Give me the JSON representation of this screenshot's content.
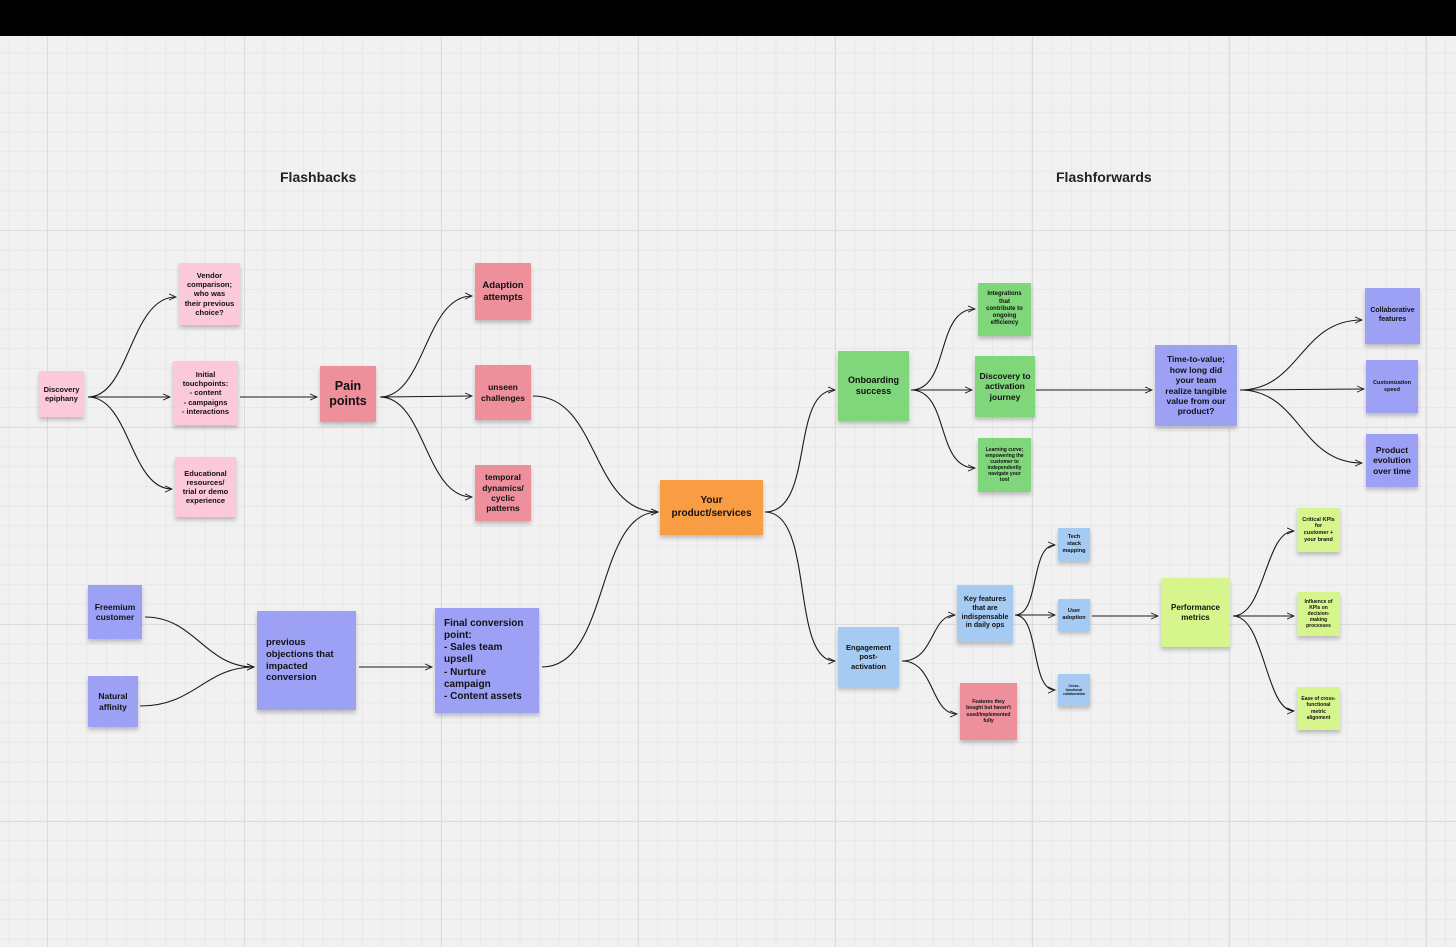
{
  "headings": {
    "flashbacks": "Flashbacks",
    "flashforwards": "Flashforwards"
  },
  "notes": {
    "discovery_epiphany": "Discovery\nepiphany",
    "vendor_comparison": "Vendor\ncomparison;\nwho was\ntheir previous\nchoice?",
    "initial_touchpoints": "Initial\ntouchpoints:\n- content\n- campaigns\n- interactions",
    "educational_resources": "Educational\nresources/\ntrial or demo\nexperience",
    "pain_points": "Pain\npoints",
    "adaption_attempts": "Adaption\nattempts",
    "unseen_challenges": "unseen\nchallenges",
    "temporal_dynamics": "temporal\ndynamics/\ncyclic\npatterns",
    "freemium_customer": "Freemium\ncustomer",
    "natural_affinity": "Natural\naffinity",
    "previous_objections": "previous\nobjections that\nimpacted\nconversion",
    "final_conversion": "Final conversion\npoint:\n-  Sales team\nupsell\n- Nurture\ncampaign\n- Content assets",
    "your_product": "Your\nproduct/services",
    "onboarding_success": "Onboarding\nsuccess",
    "integrations": "Integrations\nthat\ncontribute to\nongoing\nefficiency",
    "discovery_activation": "Discovery to\nactivation\njourney",
    "learning_curve": "Learning curve;\nempowering the\ncustomer to\nindependently\nnavigate your\ntool",
    "time_to_value": "Time-to-value;\nhow long did\nyour team\nrealize tangible\nvalue from our\nproduct?",
    "collaborative_features": "Collaborative\nfeatures",
    "customization_speed": "Customization\nspeed",
    "product_evolution": "Product\nevolution\nover time",
    "engagement_post_activation": "Engagement\npost-\nactivation",
    "key_features": "Key features\nthat are\nindispensable\nin daily ops",
    "features_unused": "Features they\nbought but haven't\nused/implemented\nfully",
    "tech_stack_mapping": "Tech\nstack\nmapping",
    "user_adoption": "User\nadoption",
    "cross_functional_collaboration": "Cross-\nfunctional\ncollaboration",
    "performance_metrics": "Performance\nmetrics",
    "critical_kpis": "Critical KPIs\nfor\ncustomer +\nyour brand",
    "influence_kpis": "Influence of\nKPIs on\ndecision-\nmaking\nprocesses",
    "ease_cross_functional": "Ease of cross-\nfunctional\nmetric\nalignment"
  },
  "colors": {
    "pink": "#fcc9dc",
    "red": "#ee8f9c",
    "orange": "#f99d45",
    "green": "#80d67a",
    "purple": "#9da1f6",
    "blue": "#a5cbf3",
    "lime": "#d6f58c"
  }
}
